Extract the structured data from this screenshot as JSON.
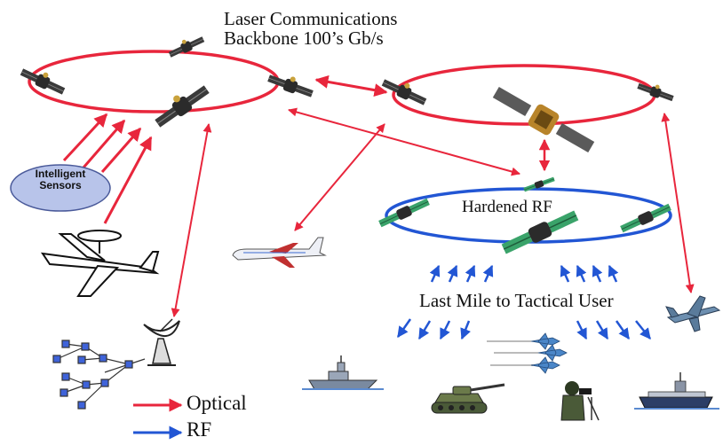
{
  "title": {
    "line1": "Laser Communications",
    "line2": "Backbone 100’s Gb/s"
  },
  "labels": {
    "intelligent_sensors_line1": "Intelligent",
    "intelligent_sensors_line2": "Sensors",
    "hardened_rf": "Hardened RF",
    "last_mile": "Last Mile to Tactical User"
  },
  "legend": {
    "optical": "Optical",
    "rf": "RF"
  },
  "colors": {
    "optical": "#e8263c",
    "rf": "#2256d4",
    "sensor_fill": "#b8c4ea",
    "solar_panel": "#3aa36a",
    "satellite_body": "#2b2b2b"
  },
  "icons": [
    "satellite-icon",
    "airplane-icon",
    "awacs-aircraft-icon",
    "radar-dish-icon",
    "network-nodes-icon",
    "ship-icon",
    "tank-icon",
    "soldier-icon",
    "fighter-jet-icon",
    "fighter-formation-icon"
  ]
}
